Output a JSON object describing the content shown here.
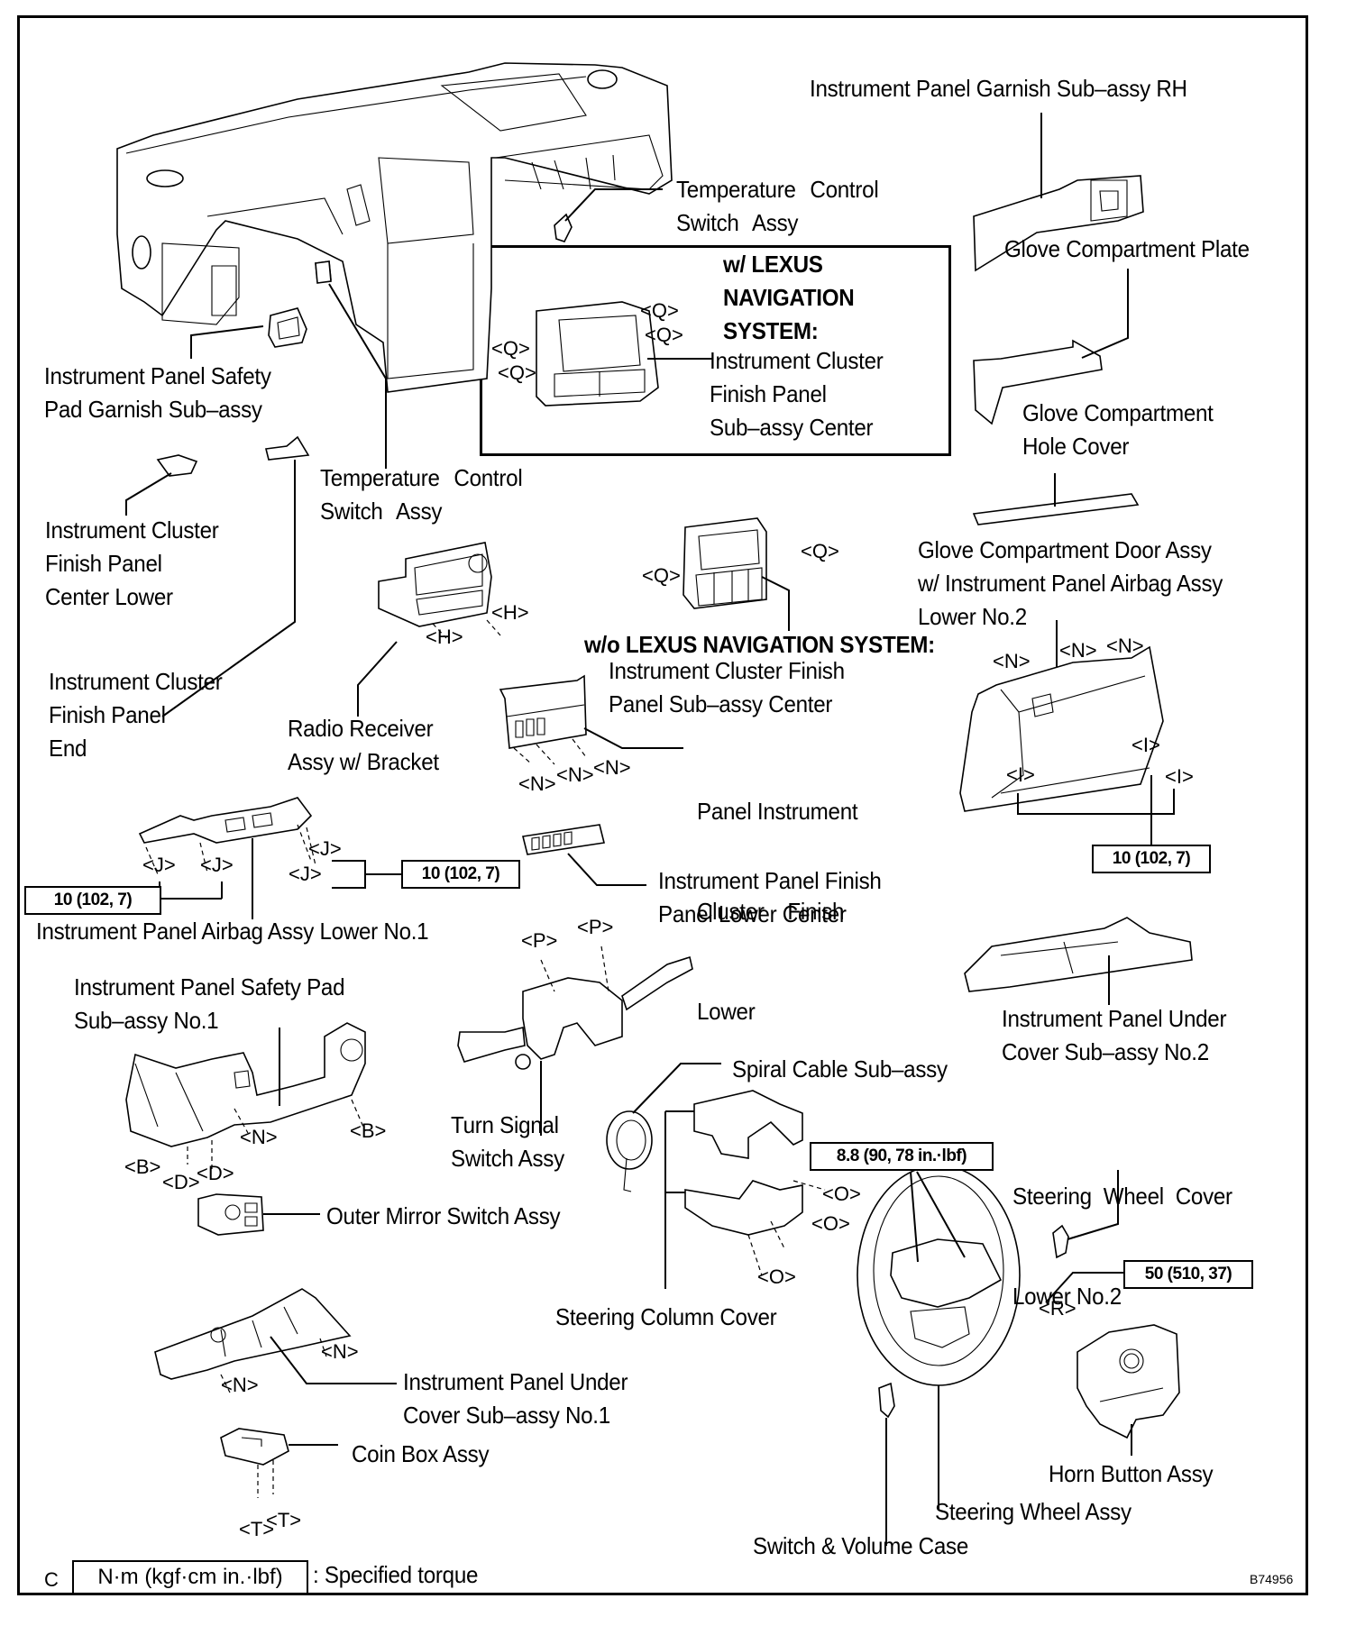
{
  "diagram": {
    "type": "exploded parts diagram",
    "subject": "Instrument panel components",
    "figure_code": "B74956",
    "legend": {
      "prefix": "C",
      "unit_box": "N·m (kgf·cm in.·lbf)",
      "description": ": Specified torque"
    },
    "sections": {
      "with_nav": [
        "w/ LEXUS",
        "NAVIGATION",
        "SYSTEM:"
      ],
      "without_nav": "w/o LEXUS NAVIGATION SYSTEM:"
    },
    "parts": {
      "garnish_rh": [
        "Instrument Panel Garnish Sub–assy RH"
      ],
      "temp_switch_upper": [
        "Temperature  Control",
        "Switch Assy"
      ],
      "glove_plate": [
        "Glove Compartment Plate"
      ],
      "cluster_center_nav": [
        "Instrument Cluster",
        "Finish Panel",
        "Sub–assy Center"
      ],
      "safety_pad_garnish": [
        "Instrument Panel Safety",
        "Pad Garnish Sub–assy"
      ],
      "glove_hole_cover": [
        "Glove Compartment",
        "Hole Cover"
      ],
      "temp_switch_lower": [
        "Temperature  Control",
        "Switch Assy"
      ],
      "cluster_center_lower": [
        "Instrument Cluster",
        "Finish Panel",
        "Center Lower"
      ],
      "glove_door": [
        "Glove Compartment Door Assy",
        "w/ Instrument Panel Airbag Assy",
        "Lower No.2"
      ],
      "cluster_center_nonav": [
        "Instrument Cluster Finish",
        "Panel Sub–assy Center"
      ],
      "cluster_end": [
        "Instrument Cluster",
        "Finish Panel",
        "End"
      ],
      "radio": [
        "Radio Receiver",
        "Assy w/ Bracket"
      ],
      "cluster_finish_lower": [
        "Panel Instrument",
        "Cluster    Finish",
        "Lower"
      ],
      "finish_lower_center": [
        "Instrument Panel Finish",
        "Panel Lower Center"
      ],
      "airbag_lower_no1": [
        "Instrument Panel Airbag Assy Lower No.1"
      ],
      "safety_pad_no1": [
        "Instrument Panel Safety Pad",
        "Sub–assy No.1"
      ],
      "under_cover_no2": [
        "Instrument Panel Under",
        "Cover Sub–assy No.2"
      ],
      "spiral_cable": [
        "Spiral Cable Sub–assy"
      ],
      "turn_signal": [
        "Turn Signal",
        "Switch Assy"
      ],
      "wheel_cover_lower": [
        "Steering  Wheel  Cover",
        "Lower No.2"
      ],
      "outer_mirror": [
        "Outer Mirror Switch Assy"
      ],
      "column_cover": [
        "Steering Column Cover"
      ],
      "under_cover_no1": [
        "Instrument Panel Under",
        "Cover Sub–assy No.1"
      ],
      "coin_box": [
        "Coin Box Assy"
      ],
      "horn_button": [
        "Horn Button Assy"
      ],
      "steering_wheel": [
        "Steering Wheel Assy"
      ],
      "switch_volume_case": [
        "Switch & Volume Case"
      ]
    },
    "torques": {
      "airbag_lower_left": "10 (102, 7)",
      "airbag_lower_right": "10 (102, 7)",
      "glove_door": "10 (102, 7)",
      "steering_wheel_screws": "8.8 (90, 78 in.·lbf)",
      "steering_wheel_nut": "50 (510, 37)"
    },
    "clip_tags": {
      "Q": "<Q>",
      "H": "<H>",
      "N": "<N>",
      "J": "<J>",
      "I": "<I>",
      "P": "<P>",
      "B": "<B>",
      "D": "<D>",
      "O": "<O>",
      "R": "<R>",
      "T": "<T>"
    }
  }
}
